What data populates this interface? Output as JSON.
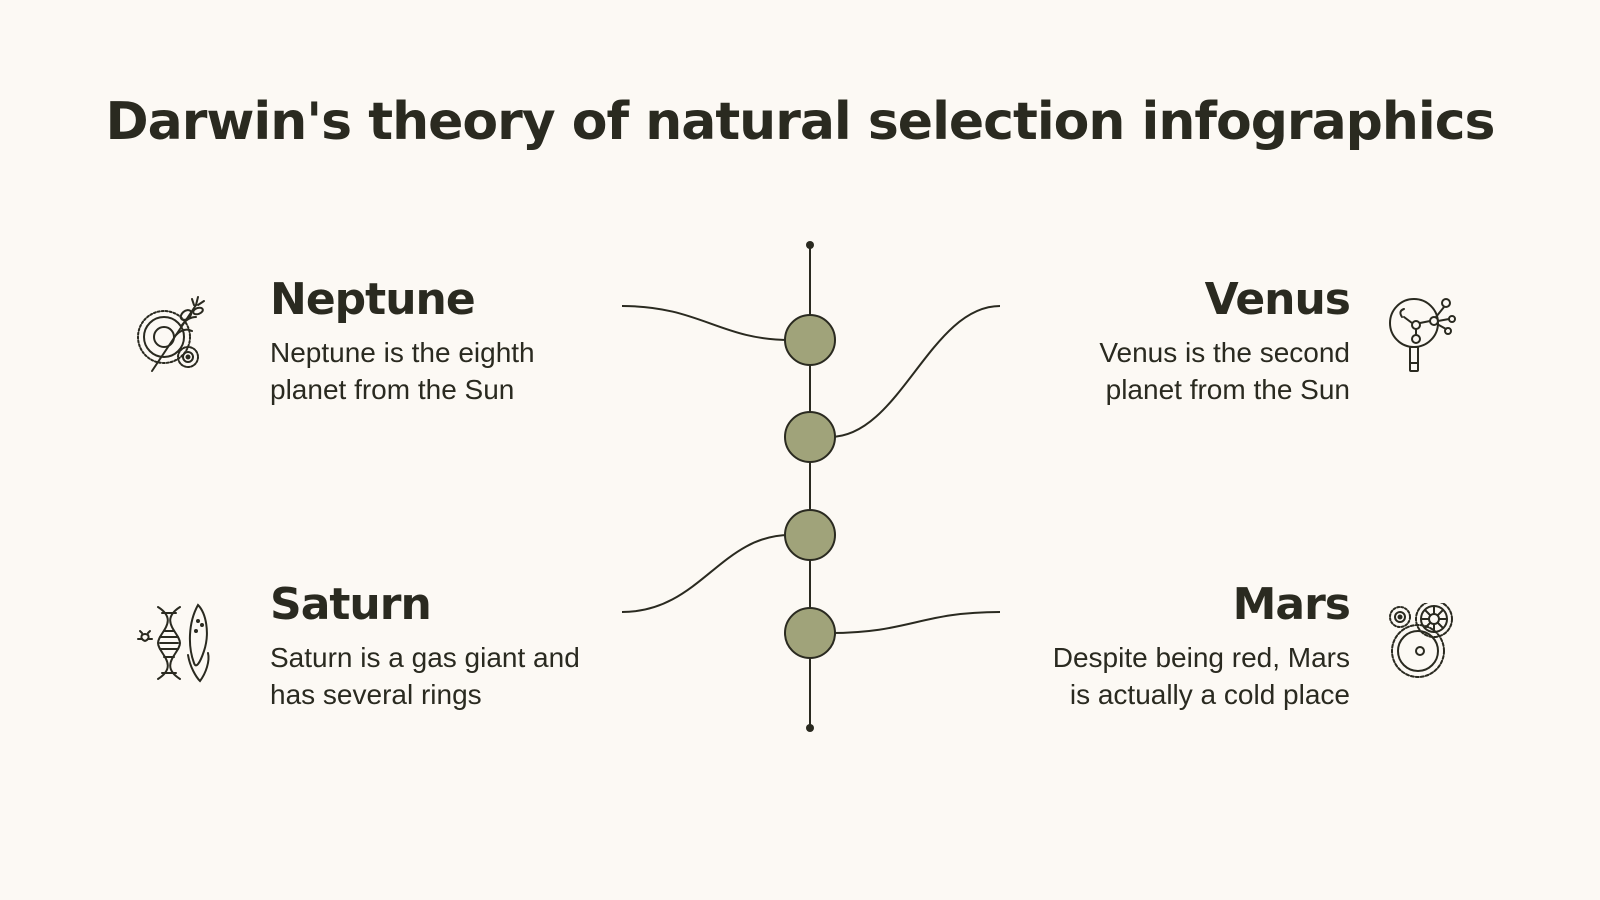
{
  "title": "Darwin's theory of natural selection infographics",
  "colors": {
    "background": "#fcf9f4",
    "text": "#2a2a20",
    "node_fill": "#a0a37a",
    "line": "#2a2a20"
  },
  "items": [
    {
      "heading": "Neptune",
      "text_line1": "Neptune is the eighth",
      "text_line2": "planet from the Sun",
      "icon": "plant-target-icon",
      "side": "left"
    },
    {
      "heading": "Venus",
      "text_line1": "Venus is the second",
      "text_line2": "planet from the Sun",
      "icon": "magnifier-molecule-icon",
      "side": "right"
    },
    {
      "heading": "Saturn",
      "text_line1": "Saturn is a gas giant and",
      "text_line2": "has several rings",
      "icon": "dna-corn-icon",
      "side": "left"
    },
    {
      "heading": "Mars",
      "text_line1": "Despite being red, Mars",
      "text_line2": "is actually a cold place",
      "icon": "gears-cell-icon",
      "side": "right"
    }
  ],
  "timeline": {
    "node_count": 4
  }
}
